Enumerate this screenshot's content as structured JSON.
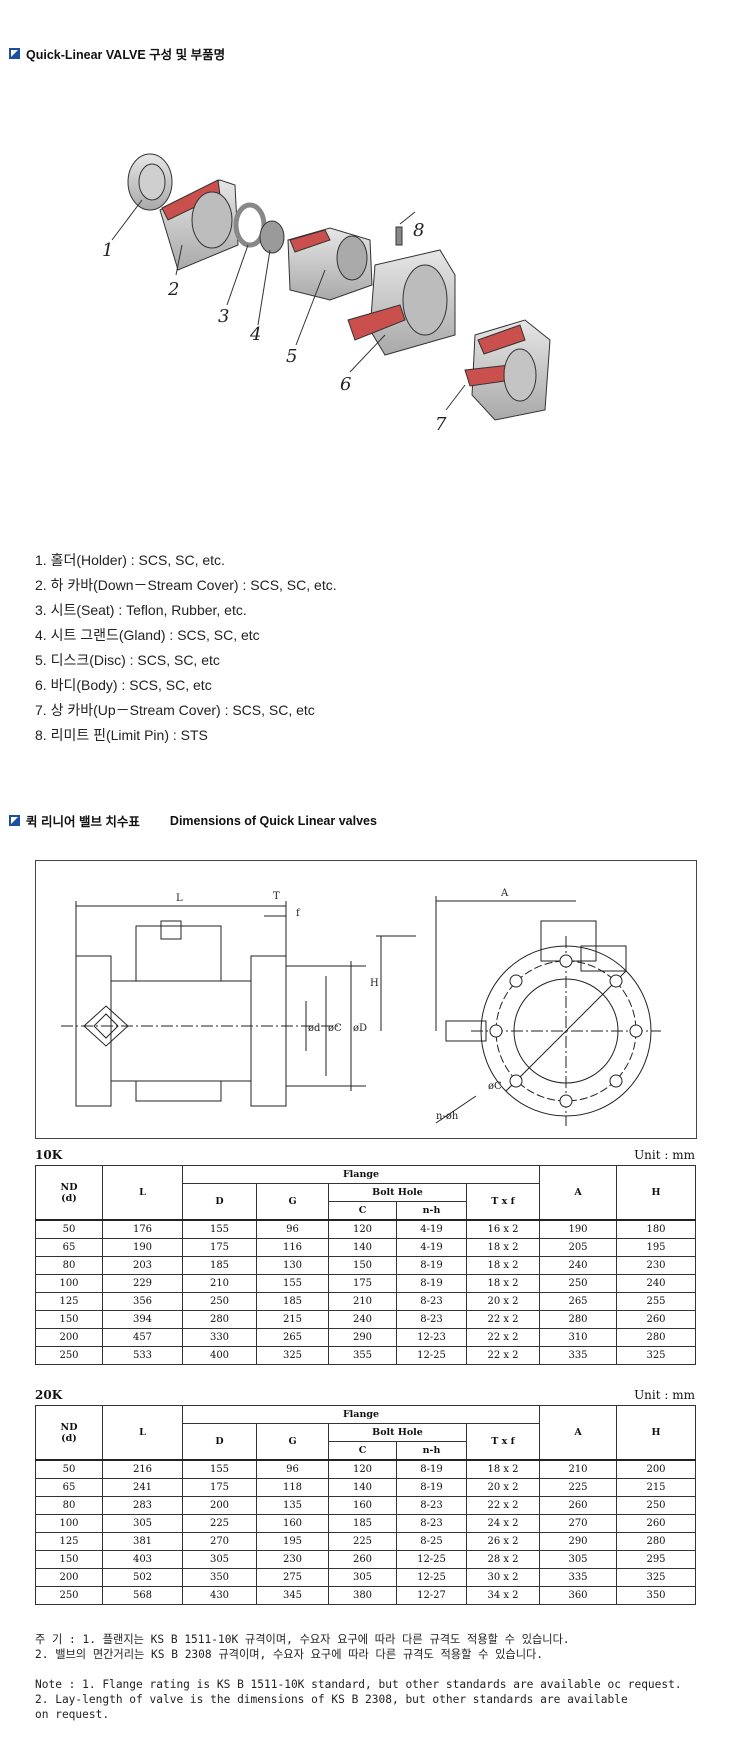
{
  "section1": {
    "title": "Quick-Linear VALVE 구성 및 부품명"
  },
  "exploded_view": {
    "callouts": [
      "1",
      "2",
      "3",
      "4",
      "5",
      "6",
      "7",
      "8"
    ],
    "colors": {
      "body": "#cfcfcf",
      "body_dark": "#9a9a9a",
      "cut": "#c9504c",
      "outline": "#333333"
    }
  },
  "parts": [
    "1. 홀더(Holder) : SCS, SC, etc.",
    "2. 하 카바(Down－Stream Cover) : SCS, SC, etc.",
    "3. 시트(Seat) : Teflon, Rubber, etc.",
    "4. 시트 그랜드(Gland) : SCS, SC, etc",
    "5. 디스크(Disc) : SCS, SC, etc",
    "6. 바디(Body) : SCS, SC, etc",
    "7. 상 카바(Up－Stream Cover) : SCS, SC, etc",
    "8. 리미트 핀(Limit Pin) : STS"
  ],
  "section2": {
    "title_kr": "퀵 리니어 밸브 치수표",
    "title_en": "Dimensions of Quick Linear valves"
  },
  "drawing_labels": {
    "L": "L",
    "T": "T",
    "f": "f",
    "d": "ød",
    "C": "øC",
    "D": "øD",
    "A": "A",
    "H": "H",
    "C2": "øC",
    "nh": "n-øh"
  },
  "table_headers": {
    "nd": "ND",
    "nd_sub": "(d)",
    "L": "L",
    "flange": "Flange",
    "D": "D",
    "G": "G",
    "bolt_hole": "Bolt Hole",
    "C": "C",
    "nh": "n-h",
    "txf": "T x f",
    "A": "A",
    "H": "H"
  },
  "unit": "Unit  :  mm",
  "table10k": {
    "label": "10K",
    "rows": [
      [
        "50",
        "176",
        "155",
        "96",
        "120",
        "4-19",
        "16 x 2",
        "190",
        "180"
      ],
      [
        "65",
        "190",
        "175",
        "116",
        "140",
        "4-19",
        "18 x 2",
        "205",
        "195"
      ],
      [
        "80",
        "203",
        "185",
        "130",
        "150",
        "8-19",
        "18 x 2",
        "240",
        "230"
      ],
      [
        "100",
        "229",
        "210",
        "155",
        "175",
        "8-19",
        "18 x 2",
        "250",
        "240"
      ],
      [
        "125",
        "356",
        "250",
        "185",
        "210",
        "8-23",
        "20 x 2",
        "265",
        "255"
      ],
      [
        "150",
        "394",
        "280",
        "215",
        "240",
        "8-23",
        "22 x 2",
        "280",
        "260"
      ],
      [
        "200",
        "457",
        "330",
        "265",
        "290",
        "12-23",
        "22 x 2",
        "310",
        "280"
      ],
      [
        "250",
        "533",
        "400",
        "325",
        "355",
        "12-25",
        "22 x 2",
        "335",
        "325"
      ]
    ]
  },
  "table20k": {
    "label": "20K",
    "rows": [
      [
        "50",
        "216",
        "155",
        "96",
        "120",
        "8-19",
        "18 x 2",
        "210",
        "200"
      ],
      [
        "65",
        "241",
        "175",
        "118",
        "140",
        "8-19",
        "20 x 2",
        "225",
        "215"
      ],
      [
        "80",
        "283",
        "200",
        "135",
        "160",
        "8-23",
        "22 x 2",
        "260",
        "250"
      ],
      [
        "100",
        "305",
        "225",
        "160",
        "185",
        "8-23",
        "24 x 2",
        "270",
        "260"
      ],
      [
        "125",
        "381",
        "270",
        "195",
        "225",
        "8-25",
        "26 x 2",
        "290",
        "280"
      ],
      [
        "150",
        "403",
        "305",
        "230",
        "260",
        "12-25",
        "28 x 2",
        "305",
        "295"
      ],
      [
        "200",
        "502",
        "350",
        "275",
        "305",
        "12-25",
        "30 x 2",
        "335",
        "325"
      ],
      [
        "250",
        "568",
        "430",
        "345",
        "380",
        "12-27",
        "34 x 2",
        "360",
        "350"
      ]
    ]
  },
  "notes_kr": [
    "주   기 : 1. 플랜지는 KS B 1511-10K 규격이며, 수요자 요구에 따라  다른 규격도 적용할 수 있습니다.",
    "          2. 밸브의 면간거리는 KS B 2308 규격이며, 수요자 요구에 따라 다른 규격도 적용할 수 있습니다."
  ],
  "notes_en": [
    "Note : 1. Flange rating is KS B 1511-10K standard, but other standards are available oc request.",
    "       2. Lay-length of valve is the dimensions of KS B 2308, but other standards are available",
    "          on request."
  ]
}
